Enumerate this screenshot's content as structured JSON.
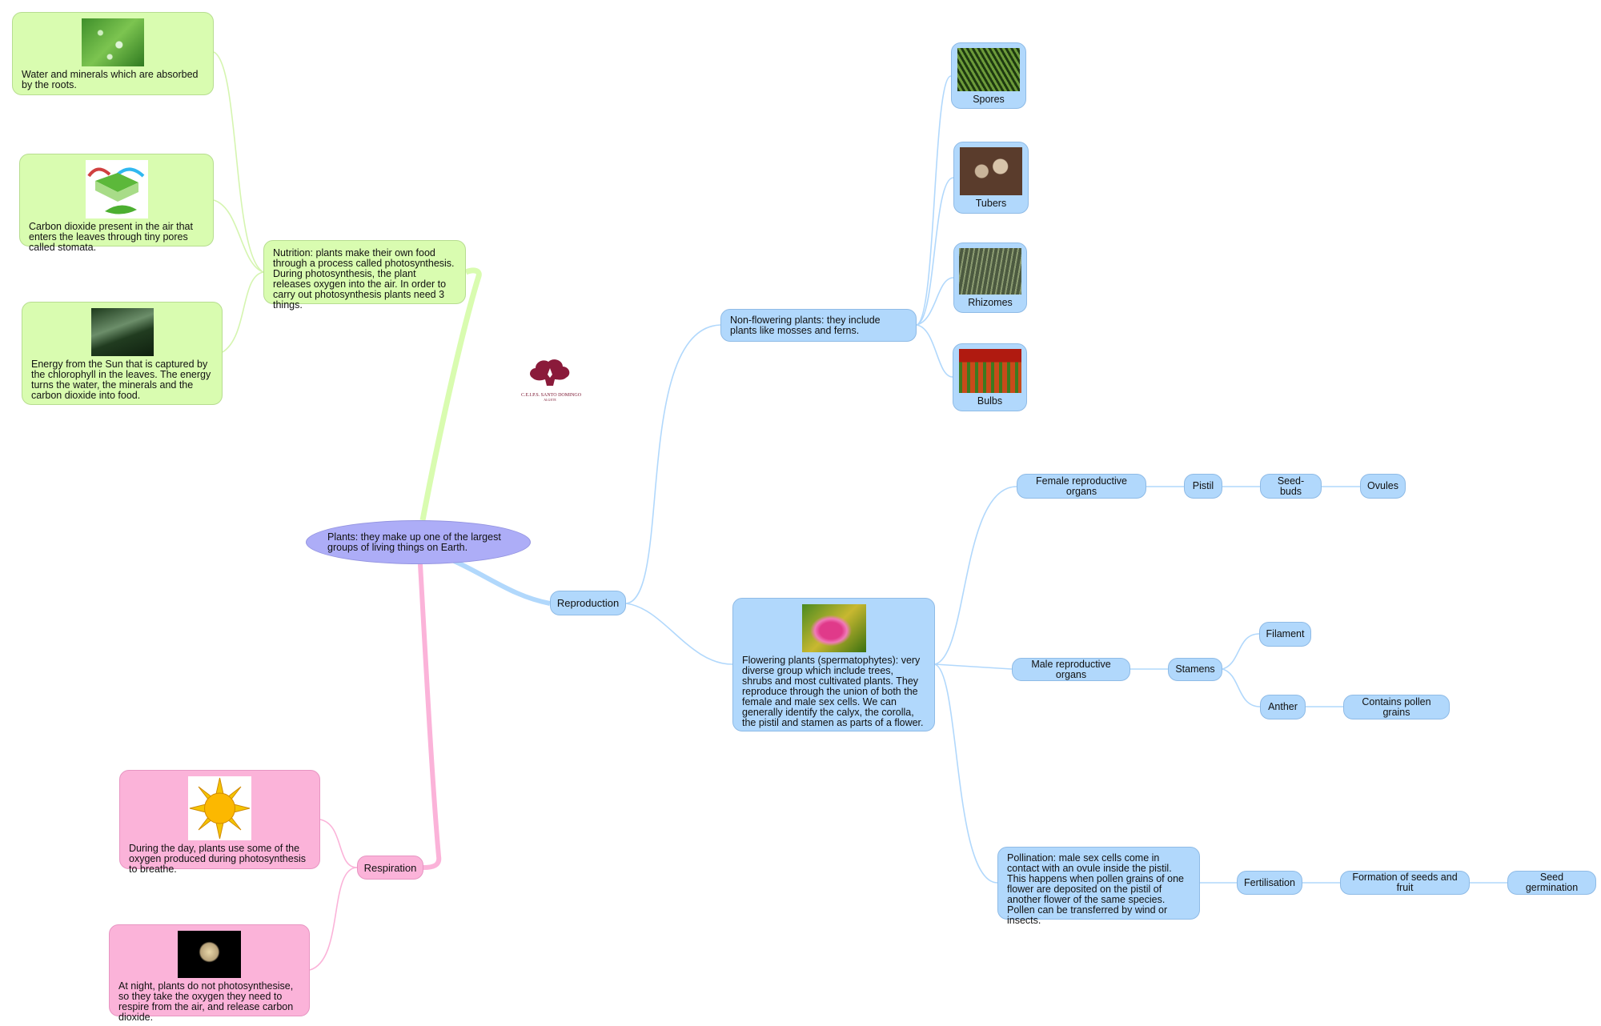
{
  "central": {
    "text": "Plants: they make up one of the largest groups of living things on Earth."
  },
  "logo": {
    "line1": "C.E.I.P.S. SANTO DOMINGO",
    "line2": "ALGETE"
  },
  "nutrition": {
    "text": "Nutrition: plants make their own food through a process called photosynthesis. During photosynthesis, the plant releases oxygen into the air. In order to carry out photosynthesis plants need 3 things.",
    "items": [
      {
        "text": "Water and minerals which are absorbed by the roots.",
        "image": "water-droplets-leaf"
      },
      {
        "text": "Carbon dioxide present in the air that enters the leaves through tiny pores called stomata.",
        "image": "leaf-stomata-diagram"
      },
      {
        "text": "Energy from the Sun that is captured by the chlorophyll in the leaves. The energy turns the water, the minerals and the carbon dioxide into food.",
        "image": "sunlight-forest"
      }
    ]
  },
  "reproduction": {
    "label": "Reproduction",
    "non_flowering": {
      "text": "Non-flowering plants: they include plants like mosses and ferns.",
      "items": [
        {
          "label": "Spores",
          "image": "fern"
        },
        {
          "label": "Tubers",
          "image": "tubers"
        },
        {
          "label": "Rhizomes",
          "image": "rhizomes"
        },
        {
          "label": "Bulbs",
          "image": "bulbs"
        }
      ]
    },
    "flowering": {
      "text": "Flowering plants (spermatophytes): very diverse group which include trees, shrubs and most cultivated plants. They reproduce through the union of both the female and male sex cells. We can generally identify the calyx, the corolla, the pistil and stamen as parts of a flower.",
      "image": "lily-flower",
      "female": {
        "label": "Female reproductive organs",
        "pistil": "Pistil",
        "seed_buds": "Seed-buds",
        "ovules": "Ovules"
      },
      "male": {
        "label": "Male reproductive organs",
        "stamens": "Stamens",
        "filament": "Filament",
        "anther": "Anther",
        "pollen": "Contains pollen grains"
      },
      "pollination": {
        "text": "Pollination: male sex cells come in contact with an ovule inside the pistil. This happens when pollen grains of one flower are deposited on the pistil of another flower of the same species. Pollen can be transferred by wind or insects.",
        "fertilisation": "Fertilisation",
        "formation": "Formation of seeds and fruit",
        "germination": "Seed germination"
      }
    }
  },
  "respiration": {
    "label": "Respiration",
    "day": {
      "text": "During the day, plants use some of the oxygen produced during photosynthesis to breathe.",
      "image": "sun"
    },
    "night": {
      "text": "At night, plants do not photosynthesise, so they take the oxygen they need to respire from the air, and release carbon dioxide.",
      "image": "moon"
    }
  },
  "colors": {
    "nutrition": "#d9fcb0",
    "reproduction": "#b1d8fc",
    "respiration": "#fbb3d9",
    "central": "#adadf7"
  }
}
